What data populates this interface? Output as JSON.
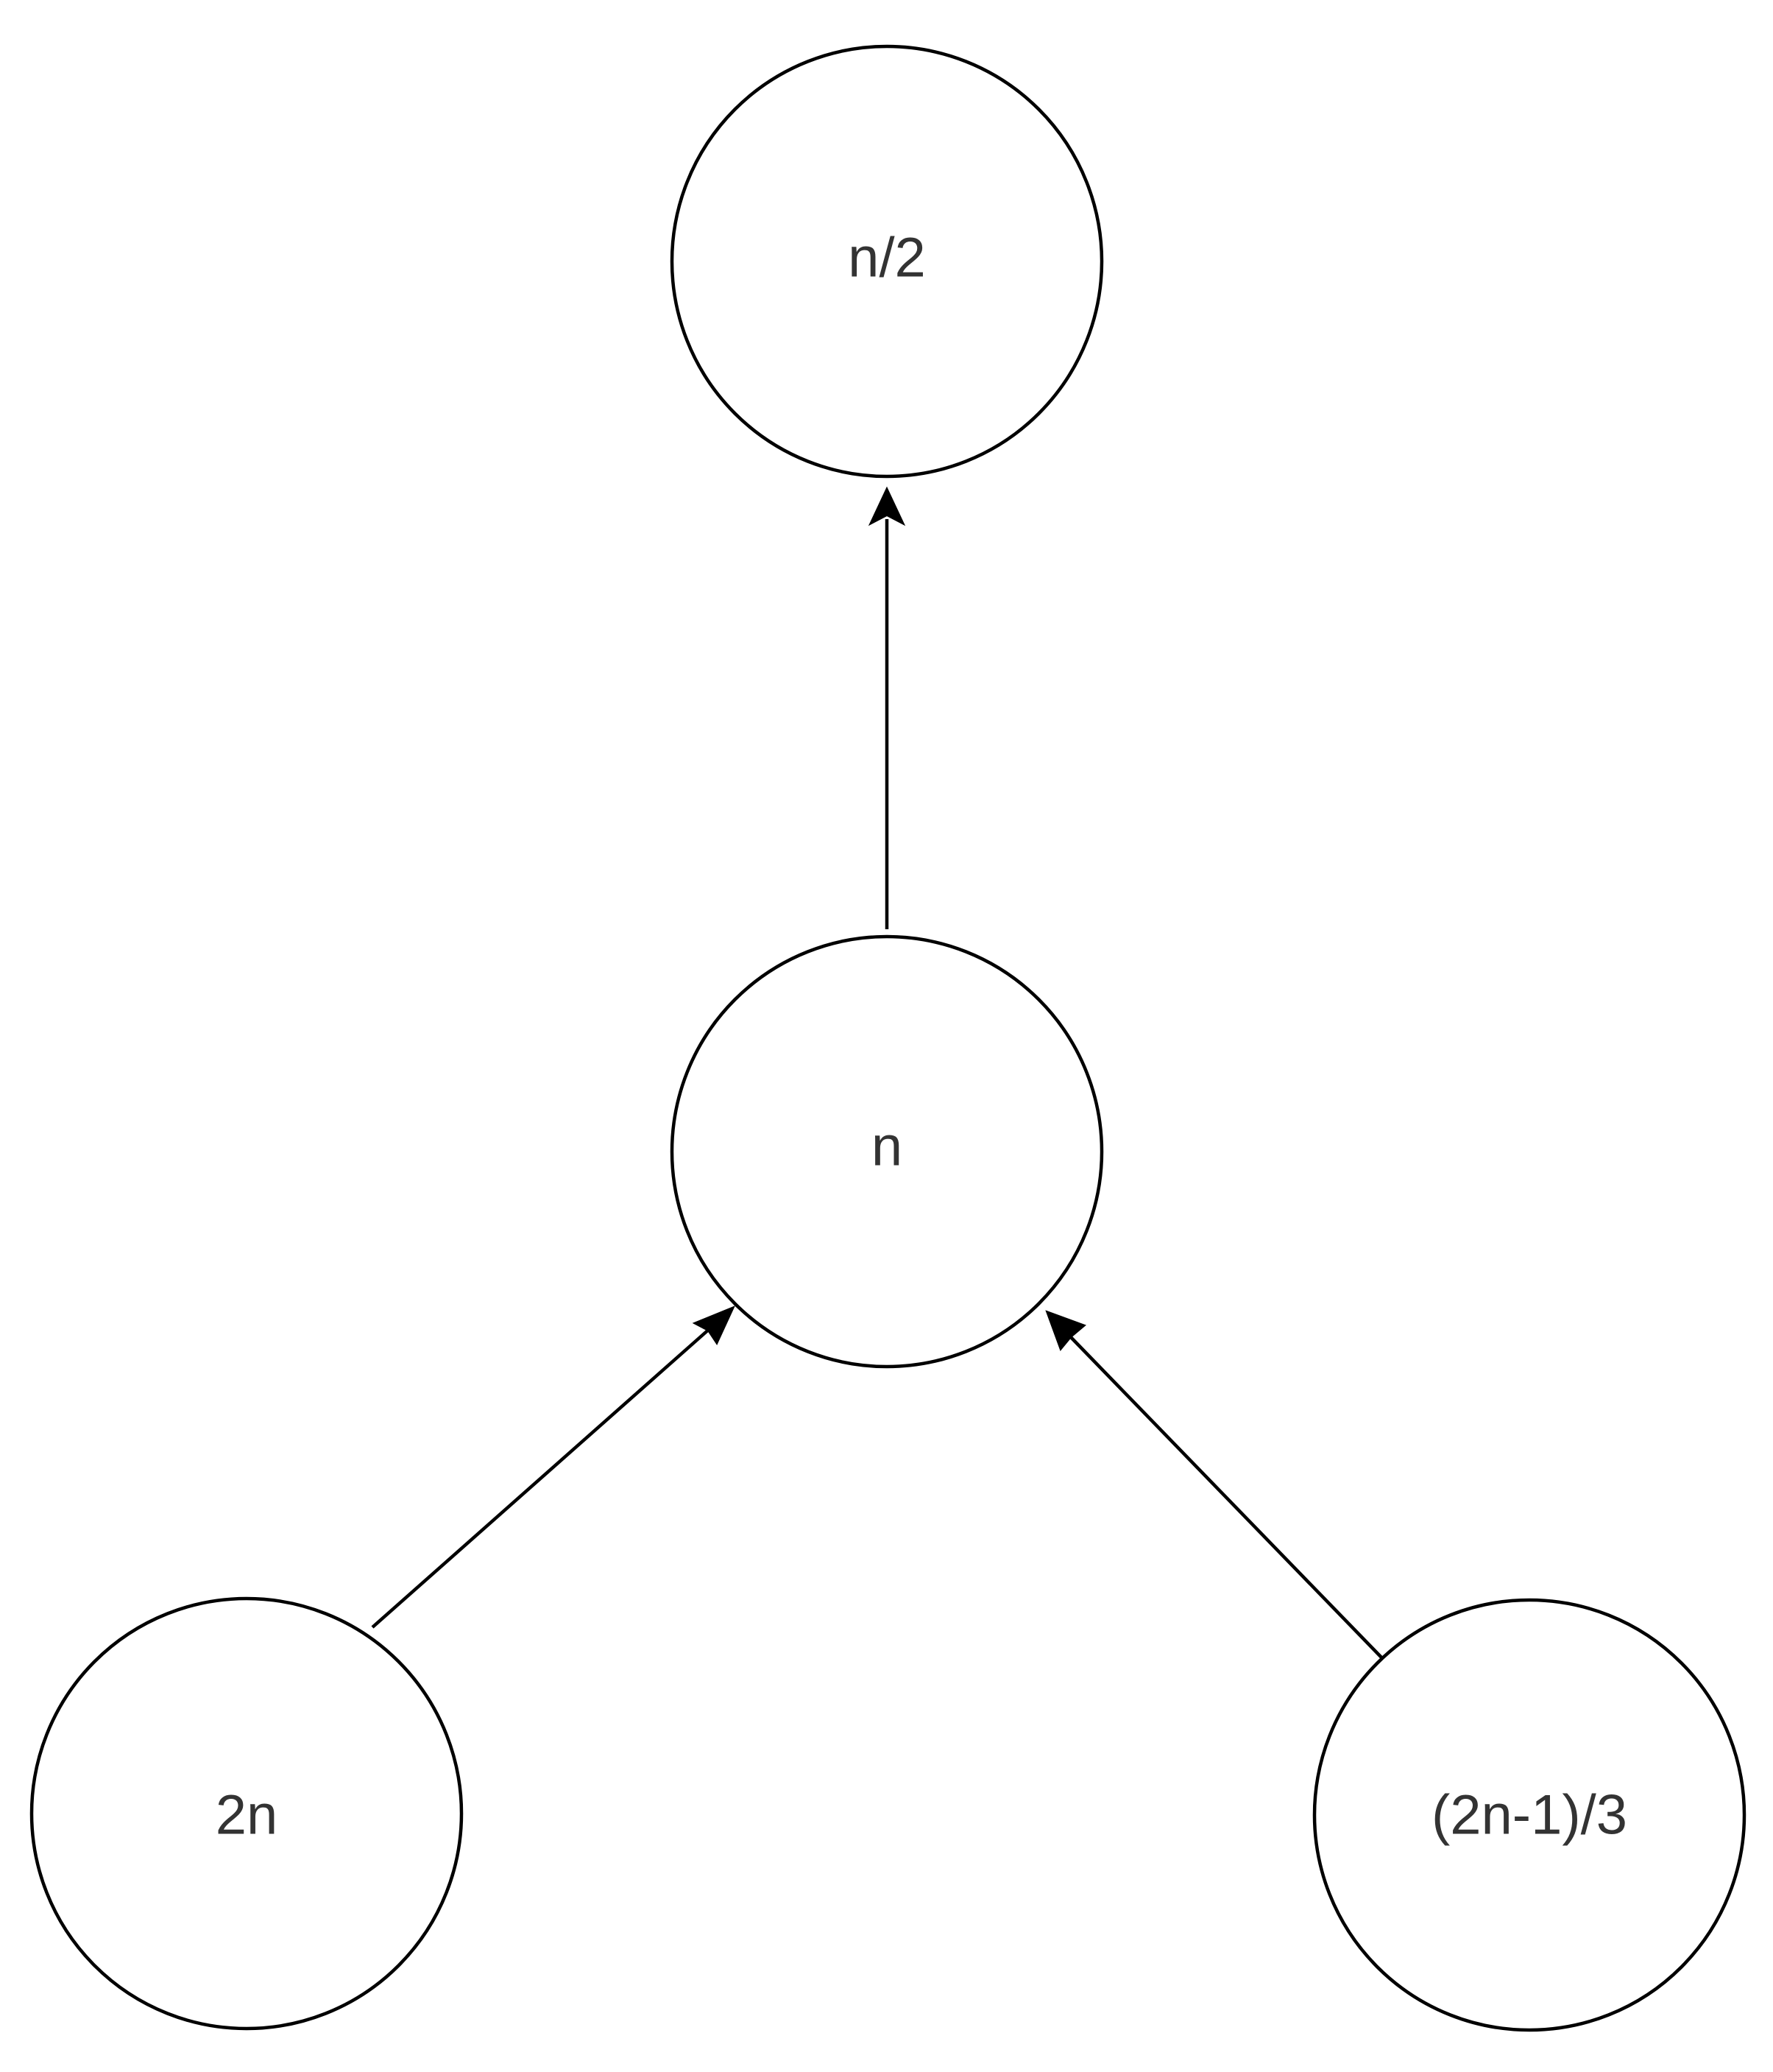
{
  "diagram": {
    "nodes": [
      {
        "id": "half",
        "label": "n/2"
      },
      {
        "id": "n",
        "label": "n"
      },
      {
        "id": "double",
        "label": "2n"
      },
      {
        "id": "odd",
        "label": "(2n-1)/3"
      }
    ],
    "edges": [
      {
        "from": "n",
        "to": "half",
        "directed": true
      },
      {
        "from": "double",
        "to": "n",
        "directed": true
      },
      {
        "from": "odd",
        "to": "n",
        "directed": true
      }
    ],
    "colors": {
      "stroke": "#000000",
      "label": "#333333",
      "background": "#ffffff"
    }
  }
}
